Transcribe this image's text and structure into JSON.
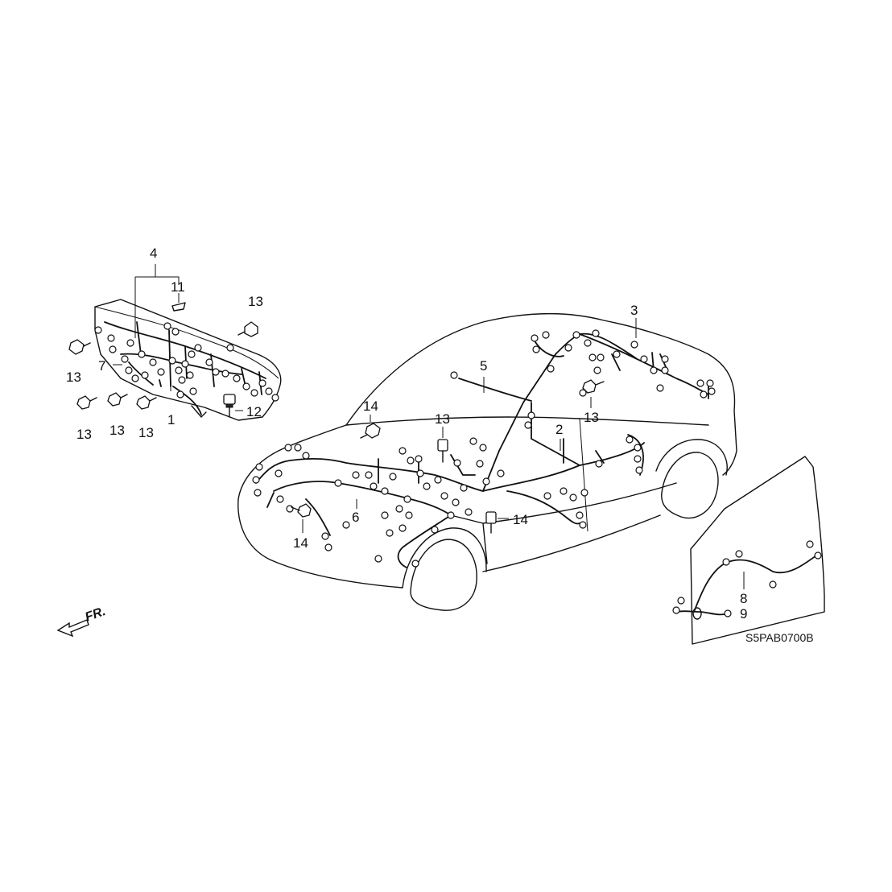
{
  "diagram": {
    "callouts": {
      "c1": "1",
      "c2": "2",
      "c3": "3",
      "c4": "4",
      "c5": "5",
      "c6": "6",
      "c7": "7",
      "c8": "8",
      "c9": "9",
      "c11": "11",
      "c12": "12",
      "c13": "13",
      "c14": "14"
    },
    "front_indicator": "FR.",
    "diagram_code": "S5PAB0700B"
  }
}
